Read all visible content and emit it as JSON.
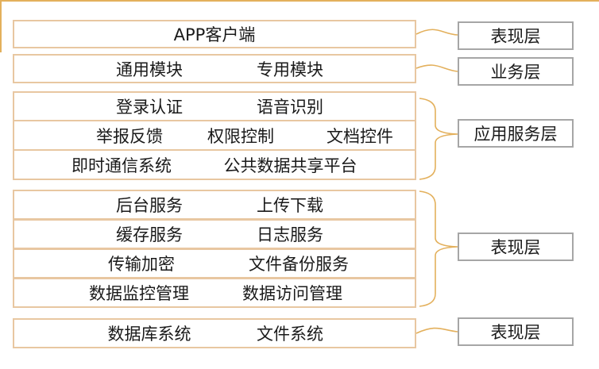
{
  "layers": [
    {
      "label": "表现层",
      "rows": [
        [
          "APP客户端"
        ]
      ]
    },
    {
      "label": "业务层",
      "rows": [
        [
          "通用模块",
          "专用模块"
        ]
      ]
    },
    {
      "label": "应用服务层",
      "rows": [
        [
          "登录认证",
          "语音识别"
        ],
        [
          "举报反馈",
          "权限控制",
          "文档控件"
        ],
        [
          "即时通信系统",
          "公共数据共享平台"
        ]
      ]
    },
    {
      "label": "表现层",
      "rows": [
        [
          "后台服务",
          "上传下载"
        ],
        [
          "缓存服务",
          "日志服务"
        ],
        [
          "传输加密",
          "文件备份服务"
        ],
        [
          "数据监控管理",
          "数据访问管理"
        ]
      ]
    },
    {
      "label": "表现层",
      "rows": [
        [
          "数据库系统",
          "文件系统"
        ]
      ]
    }
  ],
  "colors": {
    "row_border": "#e8c7a1",
    "frame": "#e3b05c",
    "label_border": "#a6a6a6",
    "connector": "#e3b05c"
  }
}
